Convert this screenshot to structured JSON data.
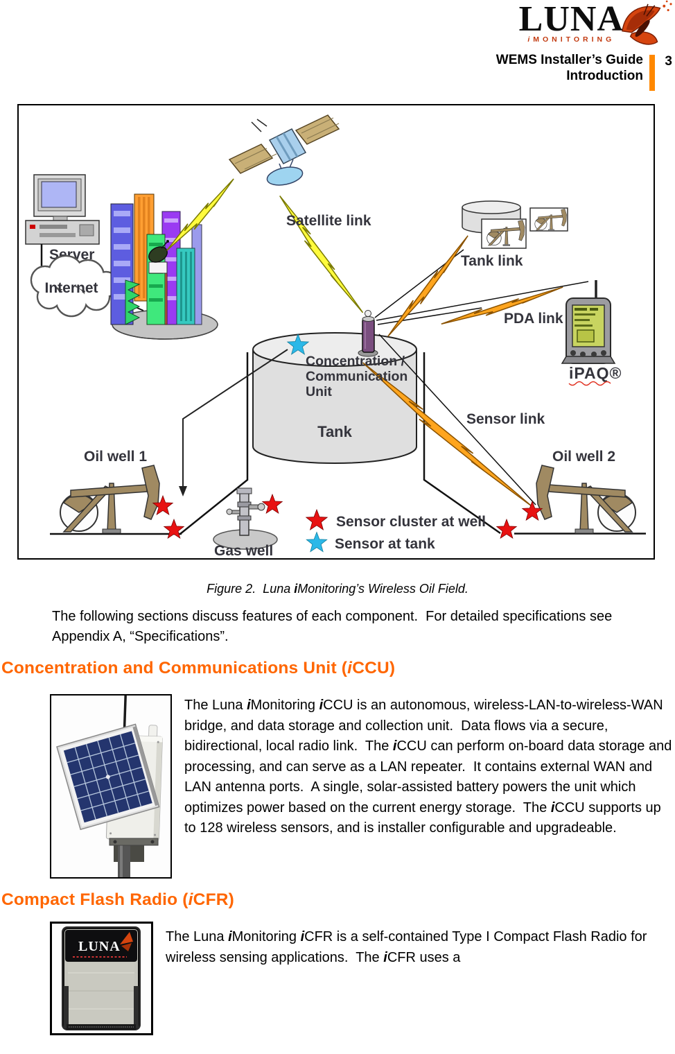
{
  "header": {
    "logo_word": "LUNA",
    "logo_sub": [
      {
        "t": "i",
        "em": true
      },
      {
        "t": "MONITORING"
      }
    ],
    "title": "WEMS Installer’s Guide",
    "section": "Introduction",
    "page_number": "3"
  },
  "figure": {
    "labels": {
      "server": "Server",
      "internet": "Internet",
      "satellite_link": "Satellite link",
      "tank_link": "Tank link",
      "pda_link": "PDA link",
      "ipaq": "iPAQ®",
      "ccu_line1": "Concentration /",
      "ccu_line2": "Communication",
      "ccu_line3": "Unit",
      "tank": "Tank",
      "sensor_link": "Sensor link",
      "oil_well_1": "Oil well 1",
      "oil_well_2": "Oil well 2",
      "gas_well": "Gas well",
      "legend_red": "Sensor cluster at well",
      "legend_cyan": "Sensor at tank"
    },
    "caption": [
      {
        "t": "Figure 2.  Luna "
      },
      {
        "t": "i",
        "em": true
      },
      {
        "t": "Monitoring’s Wireless Oil Field."
      }
    ]
  },
  "intro": [
    {
      "t": "The following sections discuss features of each component.  For detailed specifications see Appendix A, “Specifications”."
    }
  ],
  "sections": [
    {
      "heading": [
        {
          "t": "Concentration and Communications Unit ("
        },
        {
          "t": "i",
          "em": true
        },
        {
          "t": "CCU)"
        }
      ],
      "body": [
        {
          "t": "The Luna "
        },
        {
          "t": "i",
          "em": true
        },
        {
          "t": "Monitoring "
        },
        {
          "t": "i",
          "em": true
        },
        {
          "t": "CCU is an autonomous, wireless-LAN-to-wireless-WAN bridge, and data storage and collection unit.  Data flows via a secure, bidirectional, local radio link.  The "
        },
        {
          "t": "i",
          "em": true
        },
        {
          "t": "CCU can perform on-board data storage and processing, and can serve as a LAN repeater.  It contains external WAN and LAN antenna ports.  A single, solar-assisted battery powers the unit which optimizes power based on the current energy storage.  The "
        },
        {
          "t": "i",
          "em": true
        },
        {
          "t": "CCU supports up to 128 wireless sensors, and is installer configurable and upgradeable."
        }
      ]
    },
    {
      "heading": [
        {
          "t": "Compact Flash Radio ("
        },
        {
          "t": "i",
          "em": true
        },
        {
          "t": "CFR)"
        }
      ],
      "body": [
        {
          "t": "The Luna "
        },
        {
          "t": "i",
          "em": true
        },
        {
          "t": "Monitoring "
        },
        {
          "t": "i",
          "em": true
        },
        {
          "t": "CFR is a self-contained Type I Compact Flash Radio for wireless sensing applications.  The "
        },
        {
          "t": "i",
          "em": true
        },
        {
          "t": "CFR uses a"
        }
      ]
    }
  ],
  "photos": {
    "icfr_brand": "LUNA"
  },
  "colors": {
    "heading_orange": "#FF6600",
    "accent_bar_orange": "#FF8800",
    "logo_red": "#C23A10",
    "bolt_yellow": "#FFFB3D",
    "bolt_orange": "#FFA51E",
    "star_red": "#E81212",
    "star_cyan": "#2CB8E8"
  }
}
